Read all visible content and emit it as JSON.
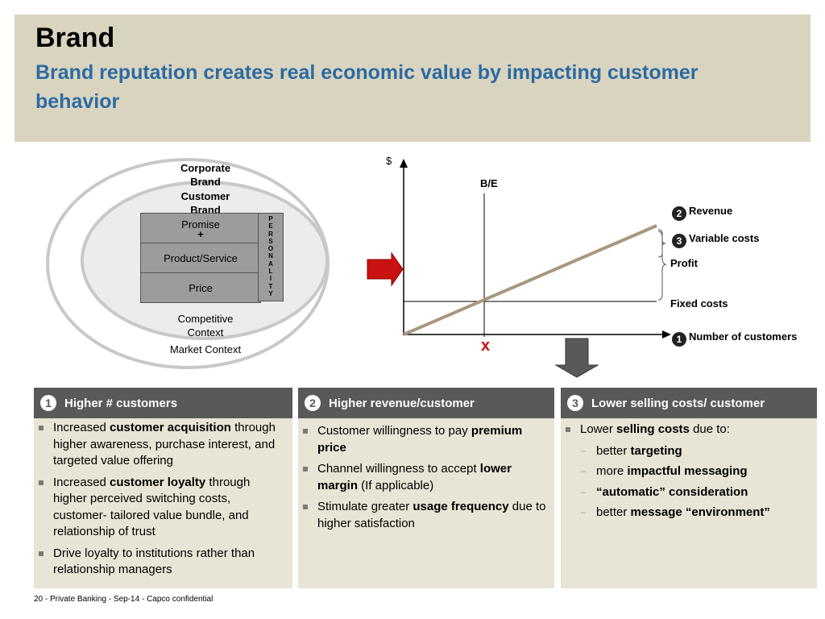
{
  "header": {
    "title": "Brand",
    "subtitle": "Brand reputation creates real economic value by impacting customer behavior"
  },
  "left_diagram": {
    "corporate_brand": "Corporate Brand",
    "customer_brand": "Customer Brand",
    "promise": "Promise",
    "plus": "+",
    "product_service": "Product/Service",
    "price": "Price",
    "personality_letters": [
      "P",
      "E",
      "R",
      "S",
      "O",
      "N",
      "A",
      "L",
      "I",
      "T",
      "Y"
    ],
    "competitive_context": "Competitive Context",
    "market_context": "Market Context"
  },
  "right_chart": {
    "y_axis_label": "$",
    "be_label": "B/E",
    "x_marker": "x",
    "revenue_num": "2",
    "revenue": "Revenue",
    "variable_costs_num": "3",
    "variable_costs": "Variable costs",
    "profit": "Profit",
    "fixed_costs": "Fixed costs",
    "customers_num": "1",
    "number_of_customers": "Number of customers",
    "colors": {
      "line": "#a8977f",
      "arrow": "#cc1111",
      "x_marker": "#cc1111"
    }
  },
  "columns": [
    {
      "num": "1",
      "heading": "Higher # customers",
      "bullets": [
        {
          "pre": "Increased ",
          "bold": "customer acquisition",
          "post": " through higher awareness, purchase interest, and targeted value offering"
        },
        {
          "pre": "Increased ",
          "bold": "customer loyalty",
          "post": " through higher perceived switching costs, customer- tailored value bundle, and relationship of trust"
        },
        {
          "pre": "Drive loyalty to institutions rather than relationship managers",
          "bold": "",
          "post": ""
        }
      ]
    },
    {
      "num": "2",
      "heading": "Higher revenue/customer",
      "bullets": [
        {
          "pre": "Customer willingness to pay ",
          "bold": "premium price",
          "post": ""
        },
        {
          "pre": "Channel willingness to accept ",
          "bold": "lower margin",
          "post": " (If applicable)"
        },
        {
          "pre": "Stimulate greater ",
          "bold": "usage frequency",
          "post": " due to higher satisfaction"
        }
      ]
    },
    {
      "num": "3",
      "heading": "Lower selling costs/ customer",
      "bullets": [
        {
          "pre": "Lower ",
          "bold": "selling costs",
          "post": " due to:"
        }
      ],
      "subitems": [
        {
          "pre": "better ",
          "bold": "targeting"
        },
        {
          "pre": "more ",
          "bold": "impactful messaging"
        },
        {
          "pre": "",
          "bold": "“automatic” consideration"
        },
        {
          "pre": "better ",
          "bold": "message “environment”"
        }
      ]
    }
  ],
  "footer": "20 - Private Banking  - Sep-14 - Capco confidential"
}
